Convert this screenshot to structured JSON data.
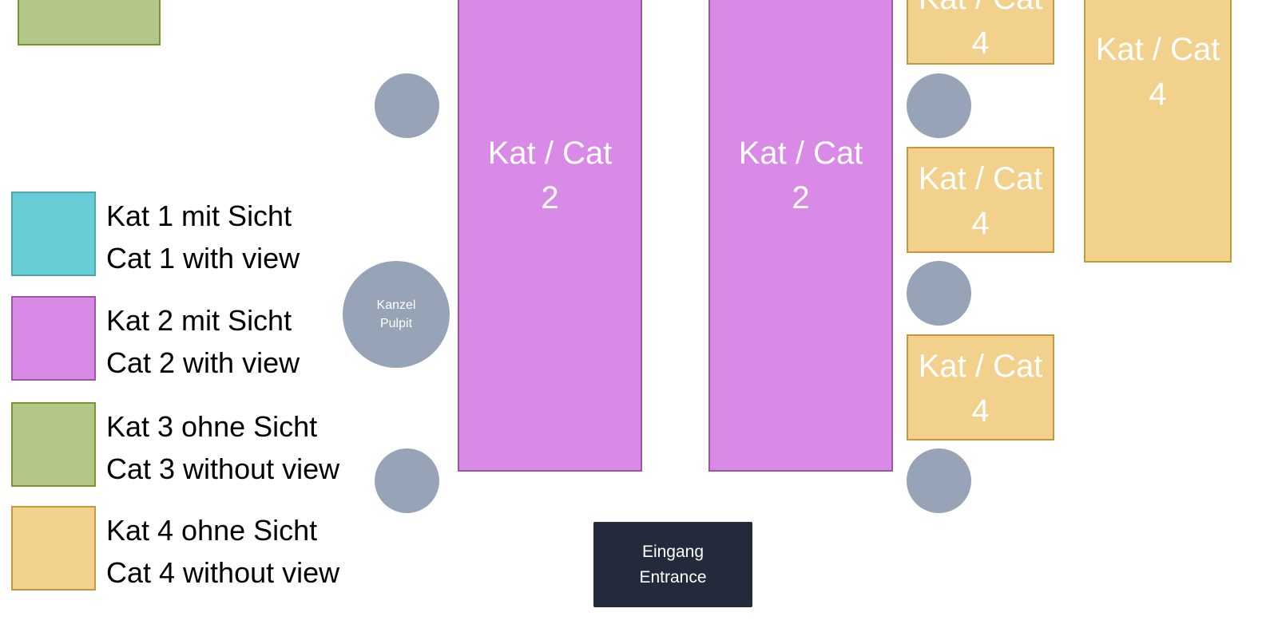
{
  "title": "Seating plan / Sitzplan",
  "colors": {
    "cat1": "#68cdd6",
    "cat2": "#d88ae6",
    "cat3": "#b2c788",
    "cat4": "#f1d18c",
    "pillar": "#97a3b6",
    "entrance": "#222a3b"
  },
  "legend": [
    {
      "de": "Kat 1 mit Sicht",
      "en": "Cat 1 with view"
    },
    {
      "de": "Kat 2 mit Sicht",
      "en": "Cat 2 with view"
    },
    {
      "de": "Kat 3 ohne Sicht",
      "en": "Cat 3 without view"
    },
    {
      "de": "Kat 4 ohne Sicht",
      "en": "Cat 4 without view"
    }
  ],
  "blocks": {
    "cat2_left": {
      "label": "Kat / Cat",
      "number": "2"
    },
    "cat2_right": {
      "label": "Kat / Cat",
      "number": "2"
    },
    "cat4_side_top": {
      "label": "Kat / Cat",
      "number": "4"
    },
    "cat4_side_mid": {
      "label": "Kat / Cat",
      "number": "4"
    },
    "cat4_side_bottom": {
      "label": "Kat / Cat",
      "number": "4"
    },
    "cat4_far_right": {
      "label": "Kat / Cat",
      "number": "4"
    }
  },
  "pulpit": {
    "de": "Kanzel",
    "en": "Pulpit"
  },
  "entrance": {
    "de": "Eingang",
    "en": "Entrance"
  }
}
